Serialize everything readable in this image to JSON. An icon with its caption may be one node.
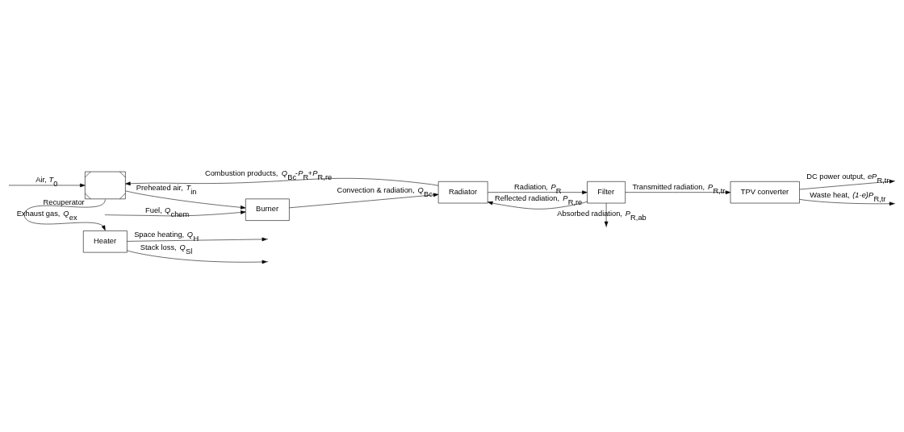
{
  "diagram": {
    "nodes": [
      {
        "text": [
          "Burner"
        ]
      },
      {
        "text": [
          "Radiator"
        ]
      },
      {
        "text": [
          "Filter"
        ]
      },
      {
        "text": [
          "TPV converter"
        ]
      },
      {
        "text": [],
        "shape": "box",
        "beside": [
          "Recuperator"
        ]
      },
      {
        "text": [
          "Heater"
        ]
      }
    ],
    "edges": [
      {
        "from": null,
        "to": 0,
        "arrow": "to",
        "label": "Fuel, *Q*$_{chem}$"
      },
      {
        "from": 4,
        "to": 0,
        "arrow": "to",
        "label": "Preheated air, *T*$_{in}$"
      },
      {
        "from": 0,
        "to": 1,
        "arrow": "to",
        "label": "Convection & radiation, *Q*$_{Bc}$"
      },
      {
        "from": 1,
        "to": 2,
        "arrow": "to",
        "label": "Radiation, *P*$_{R}$"
      },
      {
        "from": 2,
        "to": 1,
        "arrow": "to",
        "label": "Reflected radiation, *P*$_{R,re}$"
      },
      {
        "from": 2,
        "to": 3,
        "arrow": "to",
        "label": "Transmitted radiation, *P*$_{R,tr}$"
      },
      {
        "from": 3,
        "to": null,
        "arrow": "to",
        "label": "DC power output, *eP*$_{R,tr}$"
      },
      {
        "from": 2,
        "to": null,
        "arrow": "to",
        "label": "Absorbed radiation, *P*$_{R,ab}$"
      },
      {
        "from": 3,
        "to": null,
        "arrow": "to",
        "label": "Waste heat, *(1-e)P*$_{R,tr}$"
      },
      {
        "from": null,
        "to": 4,
        "arrow": "to",
        "label": "Air, *T*$_{0}$"
      },
      {
        "from": 1,
        "to": 4,
        "arrow": "to",
        "label": "Combustion products, *Q*$_{Bc}$-*P*$_{R}$+*P*$_{R,re}$"
      },
      {
        "from": 4,
        "to": 5,
        "arrow": "to",
        "label": "Exhaust gas, *Q*$_{ex}$"
      },
      {
        "from": 5,
        "to": null,
        "arrow": "to",
        "label": "Stack loss, *Q*$_{Sl}$"
      },
      {
        "from": 5,
        "to": null,
        "arrow": "to",
        "label": "Space heating, *Q*$_{H}$"
      }
    ]
  }
}
